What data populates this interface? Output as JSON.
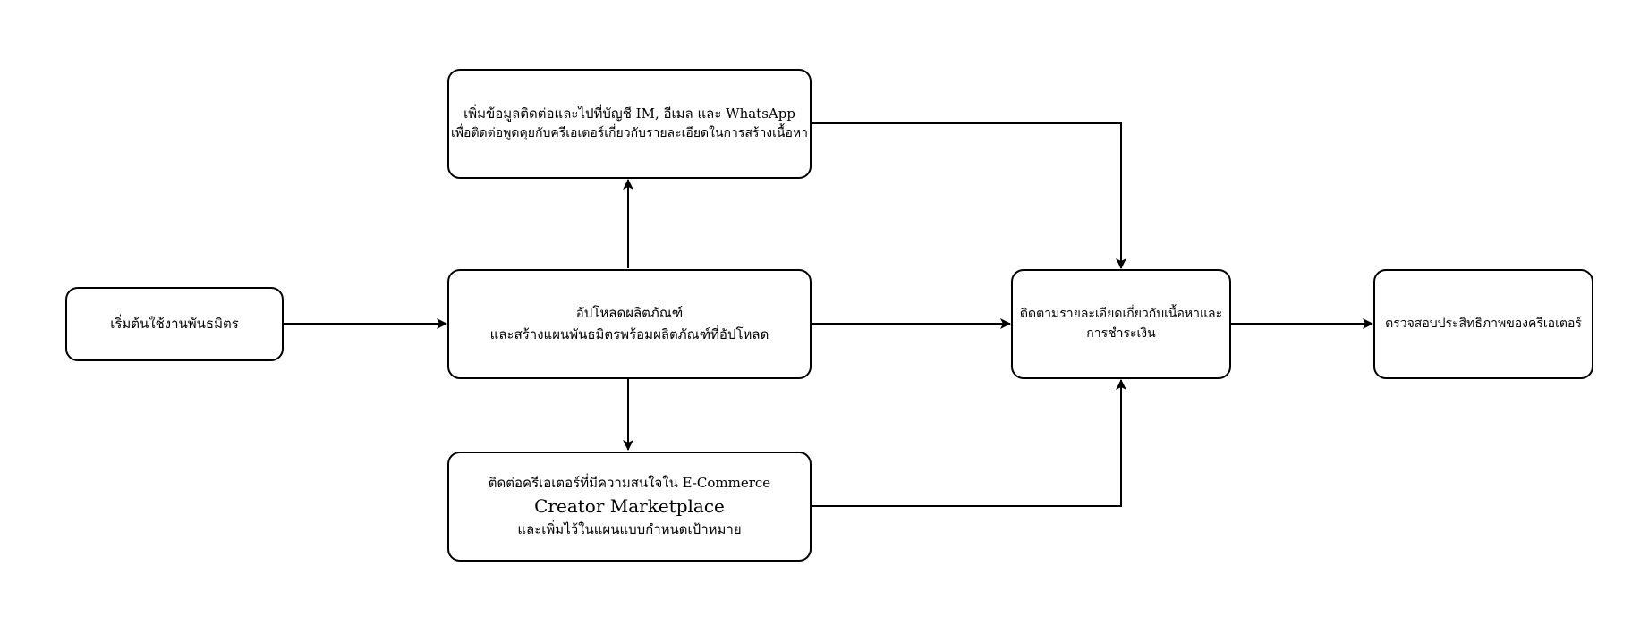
{
  "nodes": {
    "start": {
      "line1": "เริ่มต้นใช้งานพันธมิตร"
    },
    "upload": {
      "line1": "อัปโหลดผลิตภัณฑ์",
      "line2": "และสร้างแผนพันธมิตรพร้อมผลิตภัณฑ์ที่อัปโหลด"
    },
    "contact_info": {
      "line1": "เพิ่มข้อมูลติดต่อและไปที่บัญชี IM, อีเมล และ WhatsApp",
      "line2": "เพื่อติดต่อพูดคุยกับครีเอเตอร์เกี่ยวกับรายละเอียดในการสร้างเนื้อหา"
    },
    "marketplace": {
      "line1": "ติดต่อครีเอเตอร์ที่มีความสนใจใน E-Commerce",
      "line2": "Creator Marketplace",
      "line3": "และเพิ่มไว้ในแผนแบบกำหนดเป้าหมาย"
    },
    "track": {
      "line1": "ติดตามรายละเอียดเกี่ยวกับเนื้อหาและ",
      "line2": "การชำระเงิน"
    },
    "evaluate": {
      "line1": "ตรวจสอบประสิทธิภาพของครีเอเตอร์"
    }
  }
}
